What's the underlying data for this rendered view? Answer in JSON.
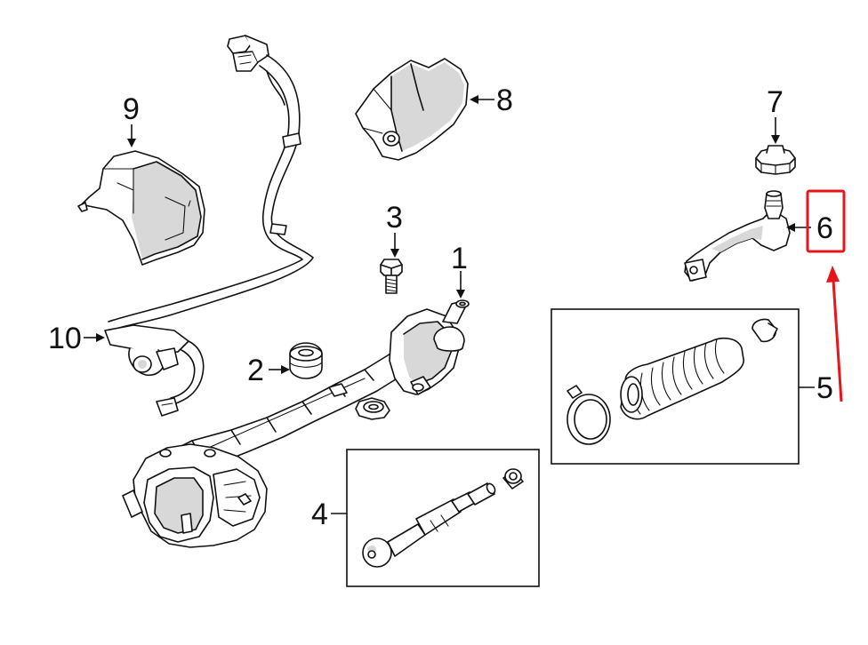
{
  "diagram": {
    "callouts": [
      {
        "id": "1",
        "text": "1"
      },
      {
        "id": "2",
        "text": "2"
      },
      {
        "id": "3",
        "text": "3"
      },
      {
        "id": "4",
        "text": "4"
      },
      {
        "id": "5",
        "text": "5"
      },
      {
        "id": "6",
        "text": "6"
      },
      {
        "id": "7",
        "text": "7"
      },
      {
        "id": "8",
        "text": "8"
      },
      {
        "id": "9",
        "text": "9"
      },
      {
        "id": "10",
        "text": "10"
      }
    ],
    "highlight": {
      "target": "6",
      "color": "#e8141b"
    },
    "colors": {
      "line": "#111111",
      "background": "#ffffff",
      "shade": "#d8d8d8"
    }
  }
}
